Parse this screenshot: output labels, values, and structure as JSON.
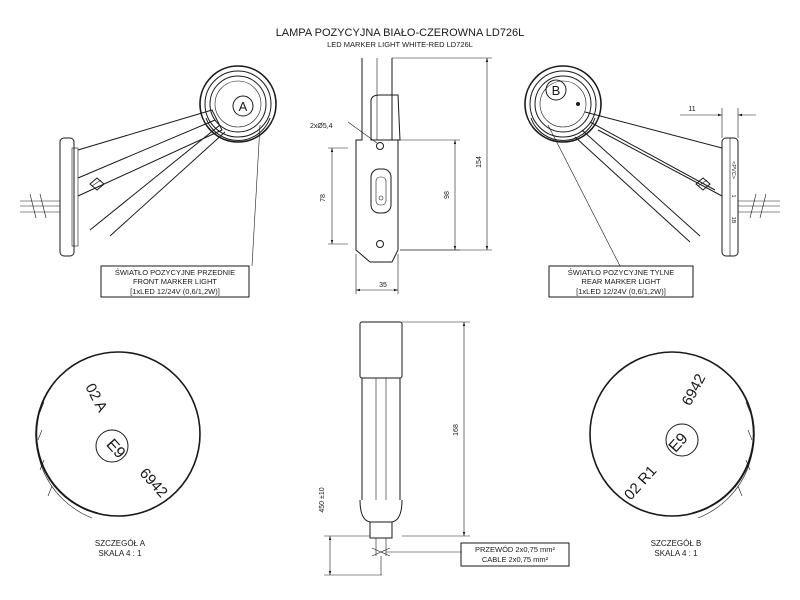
{
  "title": {
    "main": "LAMPA POZYCYJNA BIAŁO-CZEROWNA LD726L",
    "sub": "LED MARKER LIGHT WHITE-RED LD726L"
  },
  "front_light": {
    "callout_letter": "A",
    "label_pl": "ŚWIATŁO POZYCYJNE PRZEDNIE",
    "label_en": "FRONT MARKER LIGHT",
    "spec": "[1xLED 12/24V (0,6/1,2W)]"
  },
  "rear_light": {
    "callout_letter": "B",
    "label_pl": "ŚWIATŁO POZYCYJNE TYLNE",
    "label_en": "REAR MARKER LIGHT",
    "spec": "[1xLED 12/24V (0,6/1,2W)]",
    "side_marks": [
      "<PVC>",
      "1",
      "1B"
    ]
  },
  "dimensions": {
    "hole": "2xØ5,4",
    "d78": "78",
    "d98": "98",
    "d154": "154",
    "d35": "35",
    "d11": "11",
    "d168": "168",
    "d450": "450 ±10"
  },
  "cable": {
    "pl": "PRZEWÓD 2x0,75 mm²",
    "en": "CABLE 2x0,75 mm²"
  },
  "detail_a": {
    "title": "SZCZEGÓŁ A",
    "scale": "SKALA 4 : 1",
    "code_top": "02 A",
    "mark": "E9",
    "code_bottom": "6942"
  },
  "detail_b": {
    "title": "SZCZEGÓŁ B",
    "scale": "SKALA 4 : 1",
    "code_top": "6942",
    "mark": "E9",
    "code_bottom": "02 R1"
  }
}
